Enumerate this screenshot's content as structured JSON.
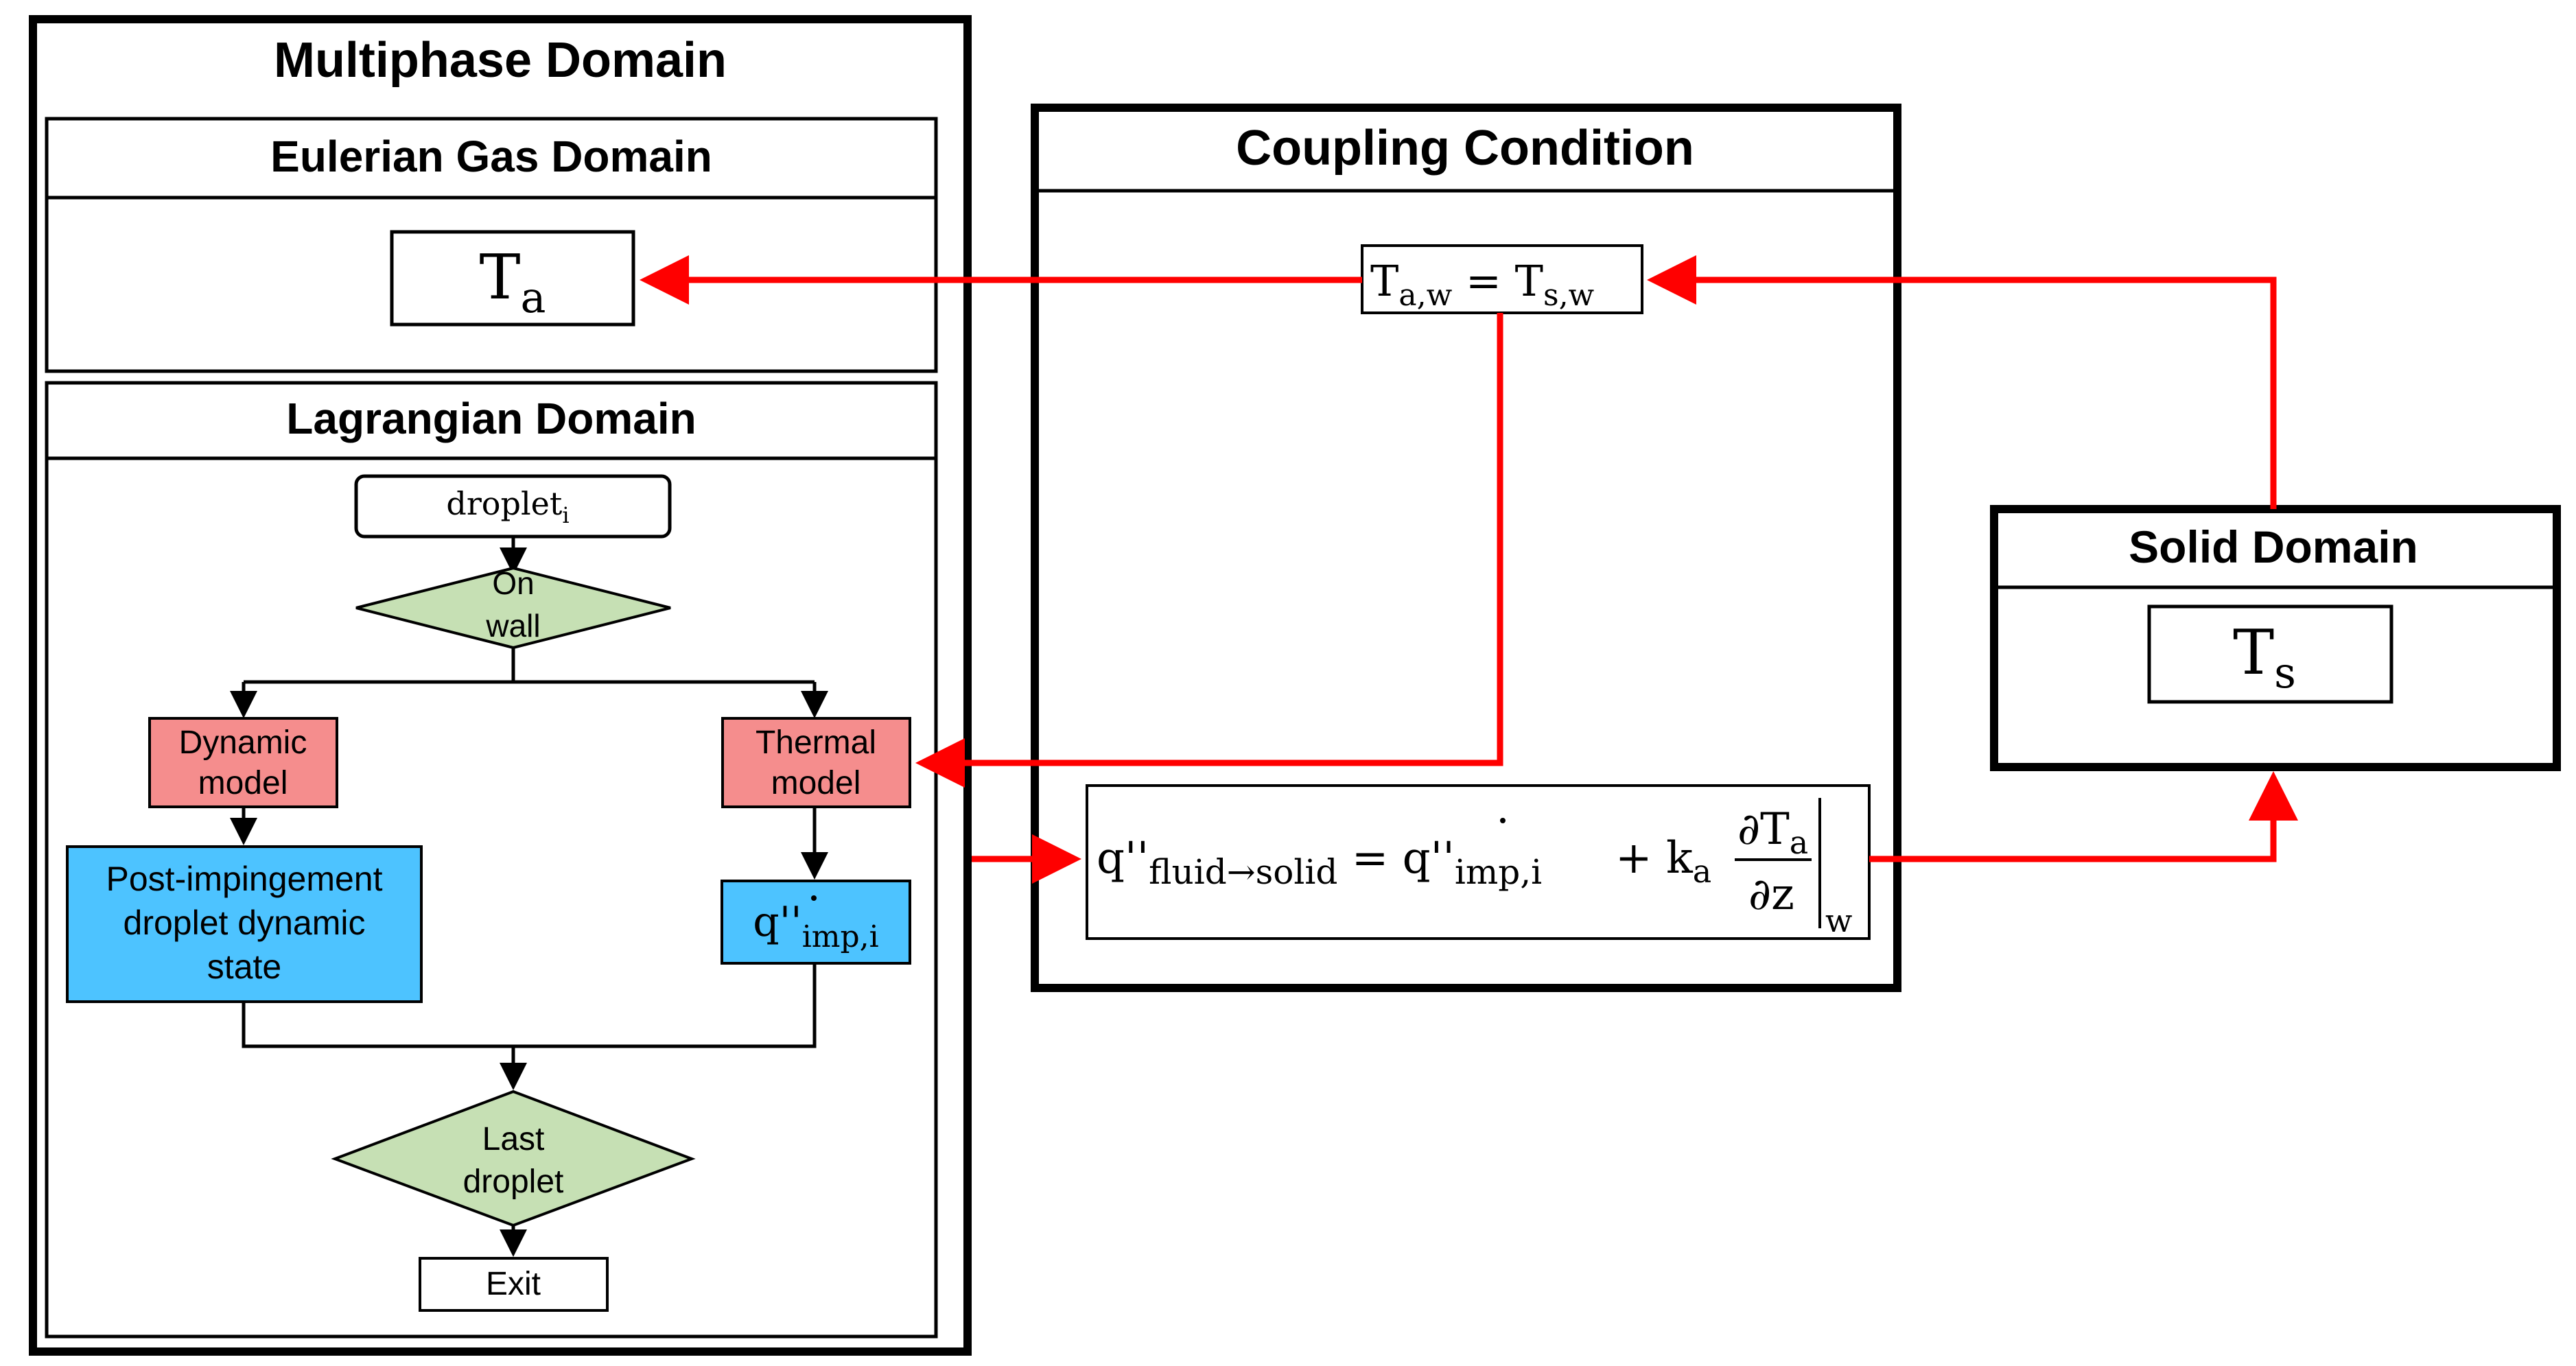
{
  "colors": {
    "frame": "#000000",
    "coupling_arrow": "#ff0000",
    "decision_fill": "#c6e0b4",
    "model_fill": "#f58d8d",
    "state_fill": "#4dc3ff",
    "box_fill": "#ffffff"
  },
  "multiphase": {
    "title": "Multiphase Domain",
    "eulerian": {
      "title": "Eulerian Gas Domain",
      "ta": {
        "base": "T",
        "sub": "a"
      }
    },
    "lagrangian": {
      "title": "Lagrangian Domain",
      "start": {
        "base": "droplet",
        "sub": "i"
      },
      "decision1": {
        "line1": "On",
        "line2": "wall"
      },
      "dynamic_model": {
        "line1": "Dynamic",
        "line2": "model"
      },
      "thermal_model": {
        "line1": "Thermal",
        "line2": "model"
      },
      "post_state": {
        "line1": "Post-impingement",
        "line2": "droplet dynamic",
        "line3": "state"
      },
      "qflux": {
        "base": "q''",
        "sub": "imp,i"
      },
      "decision2": {
        "line1": "Last",
        "line2": "droplet"
      },
      "exit": "Exit"
    }
  },
  "coupling": {
    "title": "Coupling Condition",
    "equality": {
      "t1": "T",
      "s1": "a,w",
      "eq": " = ",
      "t2": "T",
      "s2": "s,w"
    },
    "flux": {
      "q_left": "q''",
      "sub_left": "fluid→solid",
      "eq": " = ",
      "q_right": "q''",
      "sub_right": "imp,i",
      "plus": "+ ",
      "k": "k",
      "k_sub": "a",
      "num": "∂T",
      "num_sub": "a",
      "den": "∂z",
      "eval_sub": "w"
    }
  },
  "solid": {
    "title": "Solid Domain",
    "ts": {
      "base": "T",
      "sub": "s"
    }
  }
}
